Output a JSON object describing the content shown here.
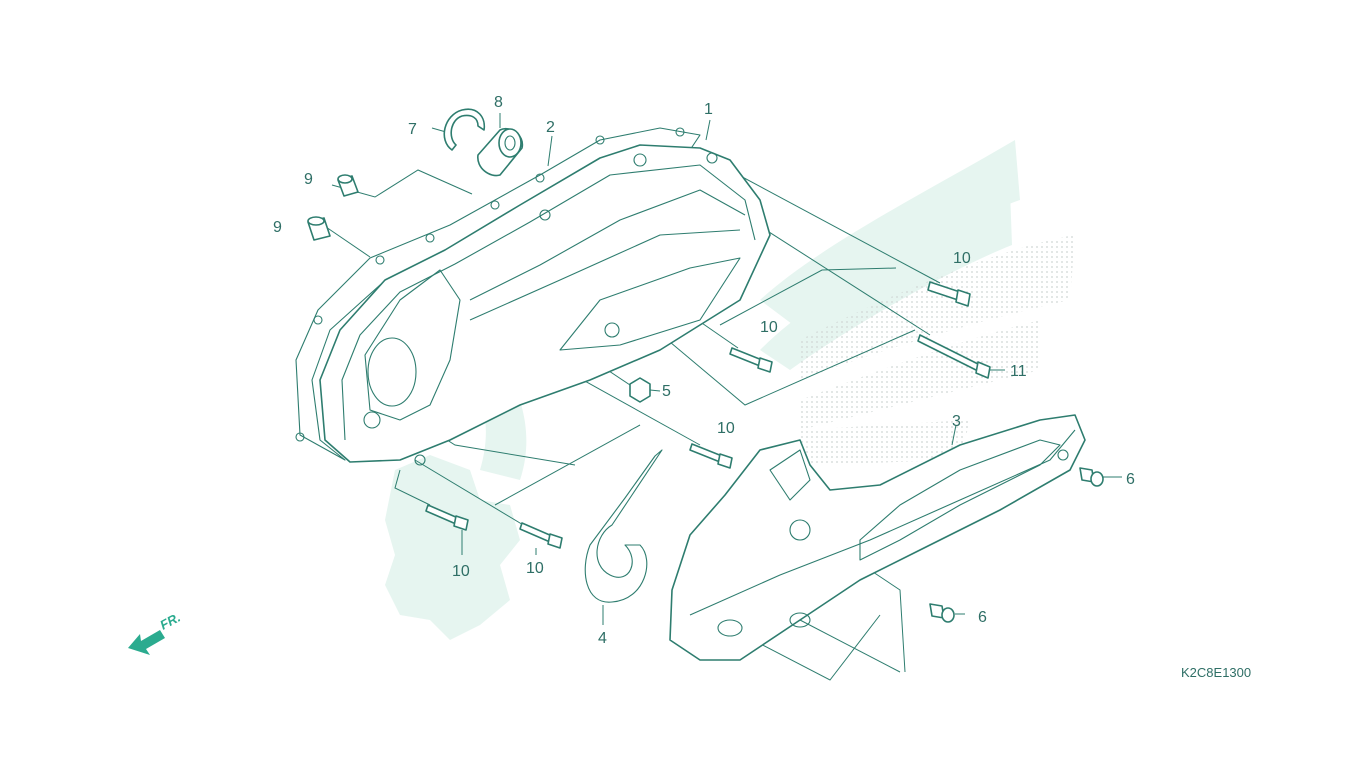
{
  "diagram": {
    "drawing_code": "K2C8E1300",
    "direction_label": "FR.",
    "accent_color": "#2bab8f",
    "line_color": "#2e7d6f",
    "callouts": [
      {
        "id": "c1",
        "text": "1"
      },
      {
        "id": "c2",
        "text": "2"
      },
      {
        "id": "c3",
        "text": "3"
      },
      {
        "id": "c4",
        "text": "4"
      },
      {
        "id": "c5",
        "text": "5"
      },
      {
        "id": "c6a",
        "text": "6"
      },
      {
        "id": "c6b",
        "text": "6"
      },
      {
        "id": "c7",
        "text": "7"
      },
      {
        "id": "c8",
        "text": "8"
      },
      {
        "id": "c9a",
        "text": "9"
      },
      {
        "id": "c9b",
        "text": "9"
      },
      {
        "id": "c10a",
        "text": "10"
      },
      {
        "id": "c10b",
        "text": "10"
      },
      {
        "id": "c10c",
        "text": "10"
      },
      {
        "id": "c10d",
        "text": "10"
      },
      {
        "id": "c10e",
        "text": "10"
      },
      {
        "id": "c11",
        "text": "11"
      }
    ]
  }
}
